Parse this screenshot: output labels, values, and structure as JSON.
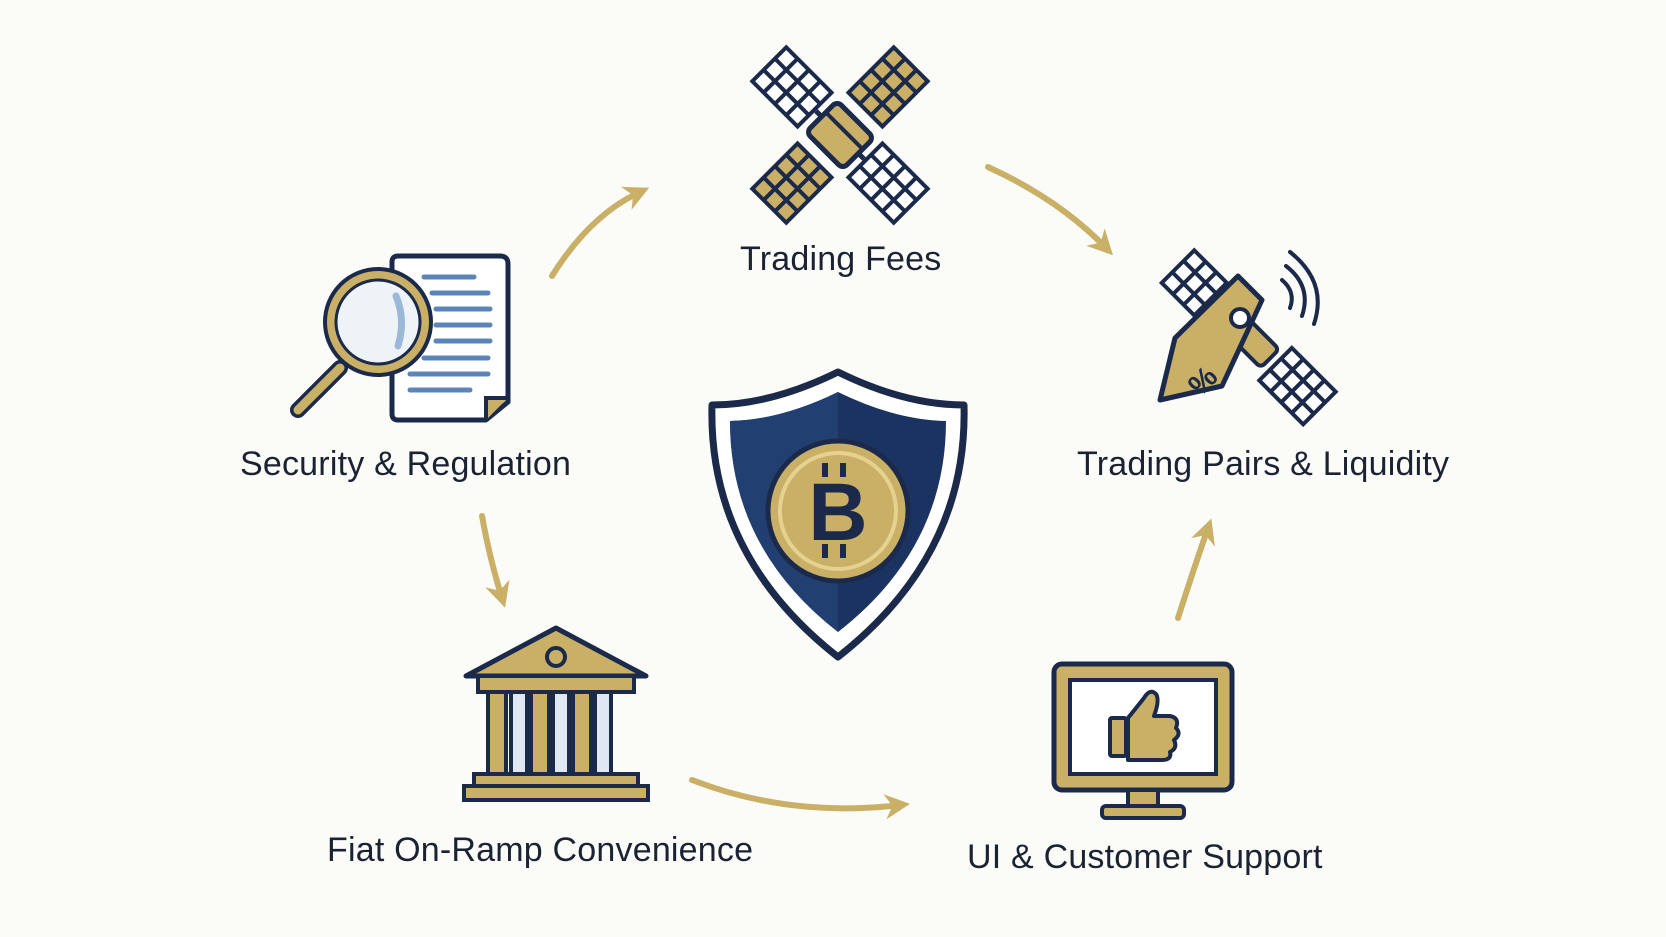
{
  "diagram": {
    "center": {
      "icon": "shield-bitcoin-icon",
      "symbol": "B"
    },
    "nodes": [
      {
        "id": "trading-fees",
        "label": "Trading Fees",
        "icon": "satellite-icon"
      },
      {
        "id": "trading-pairs",
        "label": "Trading Pairs & Liquidity",
        "icon": "satellite-price-tag-icon",
        "tag_text": "%"
      },
      {
        "id": "ui-support",
        "label": "UI & Customer Support",
        "icon": "monitor-thumbs-up-icon"
      },
      {
        "id": "fiat-onramp",
        "label": "Fiat On-Ramp Convenience",
        "icon": "bank-building-icon"
      },
      {
        "id": "security",
        "label": "Security & Regulation",
        "icon": "magnifier-document-icon"
      }
    ],
    "colors": {
      "navy": "#1b2a4a",
      "gold": "#c9b066",
      "gold_dark": "#b39a4f",
      "background": "#fbfbf8"
    }
  }
}
